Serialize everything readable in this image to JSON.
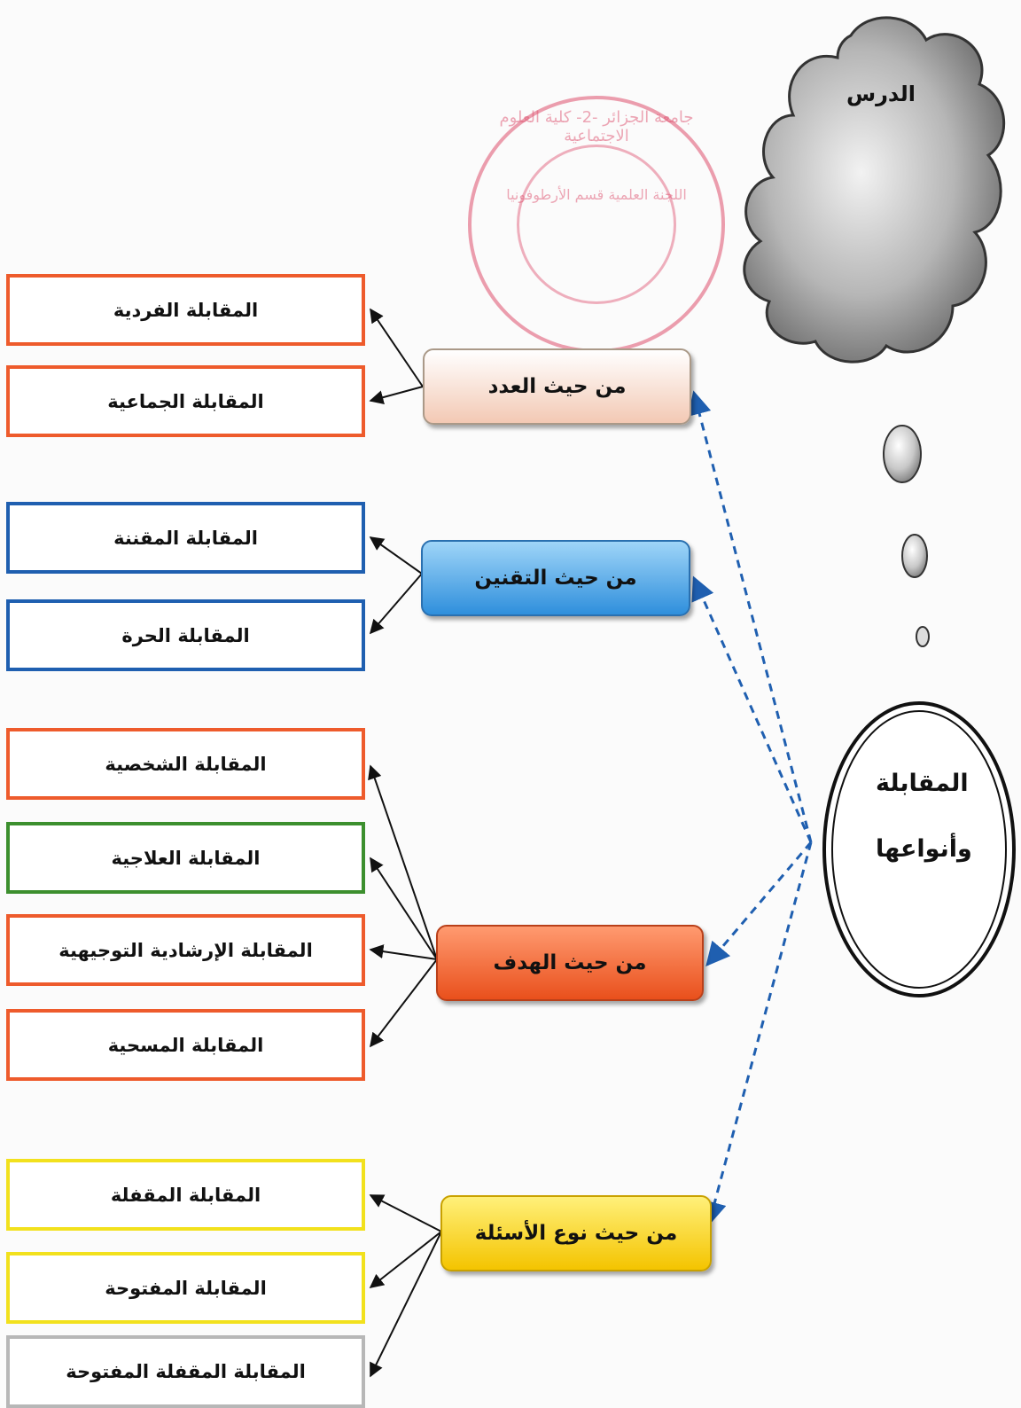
{
  "lesson_label": "الدرس",
  "center_title_line1": "المقابلة",
  "center_title_line2": "وأنواعها",
  "stamp": {
    "outer_text": "جامعة الجزائر -2- كلية العلوم الاجتماعية",
    "inner_text": "اللجنة العلمية قسم الأرطوفونيا"
  },
  "categories": [
    {
      "label": "من حيث العدد",
      "types": [
        "المقابلة الفردية",
        "المقابلة الجماعية"
      ]
    },
    {
      "label": "من حيث التقنين",
      "types": [
        "المقابلة المقننة",
        "المقابلة الحرة"
      ]
    },
    {
      "label": "من حيث الهدف",
      "types": [
        "المقابلة الشخصية",
        "المقابلة العلاجية",
        "المقابلة الإرشادية التوجيهية",
        "المقابلة المسحية"
      ]
    },
    {
      "label": "من حيث نوع الأسئلة",
      "types": [
        "المقابلة المقفلة",
        "المقابلة المفتوحة",
        "المقابلة المقفلة المفتوحة"
      ]
    }
  ],
  "colors": {
    "number": "#ee5b2c",
    "technique": "#1f5fb0",
    "purpose": "#ee5b2c",
    "therapeutic": "#3c8f2e",
    "questions": "#f2e11d",
    "mixed": "#b7b7b7",
    "dashed_arrow": "#1f5fb0"
  }
}
